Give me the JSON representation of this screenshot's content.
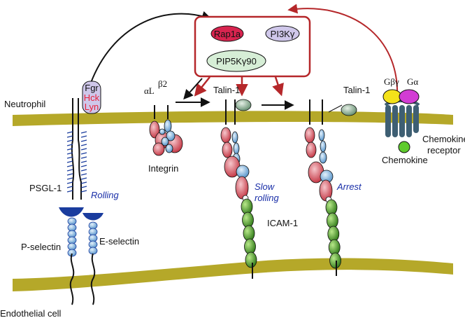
{
  "labels": {
    "neutrophil": "Neutrophil",
    "endothelial_cell": "Endothelial cell",
    "psgl1": "PSGL-1",
    "rolling": "Rolling",
    "p_selectin": "P-selectin",
    "e_selectin": "E-selectin",
    "integrin": "Integrin",
    "alpha_l": "αL",
    "beta2": "β2",
    "talin1_a": "Talin-1",
    "talin1_b": "Talin-1",
    "slow_rolling_1": "Slow",
    "slow_rolling_2": "rolling",
    "arrest": "Arrest",
    "icam1": "ICAM-1",
    "gbg": "Gβγ",
    "ga": "Gα",
    "chemokine_receptor_1": "Chemokine",
    "chemokine_receptor_2": "receptor",
    "chemokine": "Chemokine"
  },
  "kinases": {
    "fgr": "Fgr",
    "hck": "Hck",
    "lyn": "Lyn"
  },
  "signaling_box": {
    "rap1a": "Rap1a",
    "pi3k": "PI3Kγ",
    "pip5k": "PIP5Kγ90"
  },
  "colors": {
    "membrane": "#b5a829",
    "box_border": "#b5272a",
    "rap1a": "#d8244f",
    "pi3k": "#cfc7ea",
    "pip5k": "#d6eed6",
    "kinase_bubble": "#cfc7ea",
    "kinase_red": "#e8203a",
    "icam_green": "#4d9a2a",
    "integrin_red": "#d9495a",
    "integrin_blue": "#7fb0dc",
    "selectin_blue": "#6aa4d8",
    "text_blue": "#1a2fa8",
    "receptor_dark": "#3e5f73",
    "gbg_yellow": "#f4e21a",
    "ga_magenta": "#d23cd4",
    "chemokine_green": "#5fcb2d"
  }
}
